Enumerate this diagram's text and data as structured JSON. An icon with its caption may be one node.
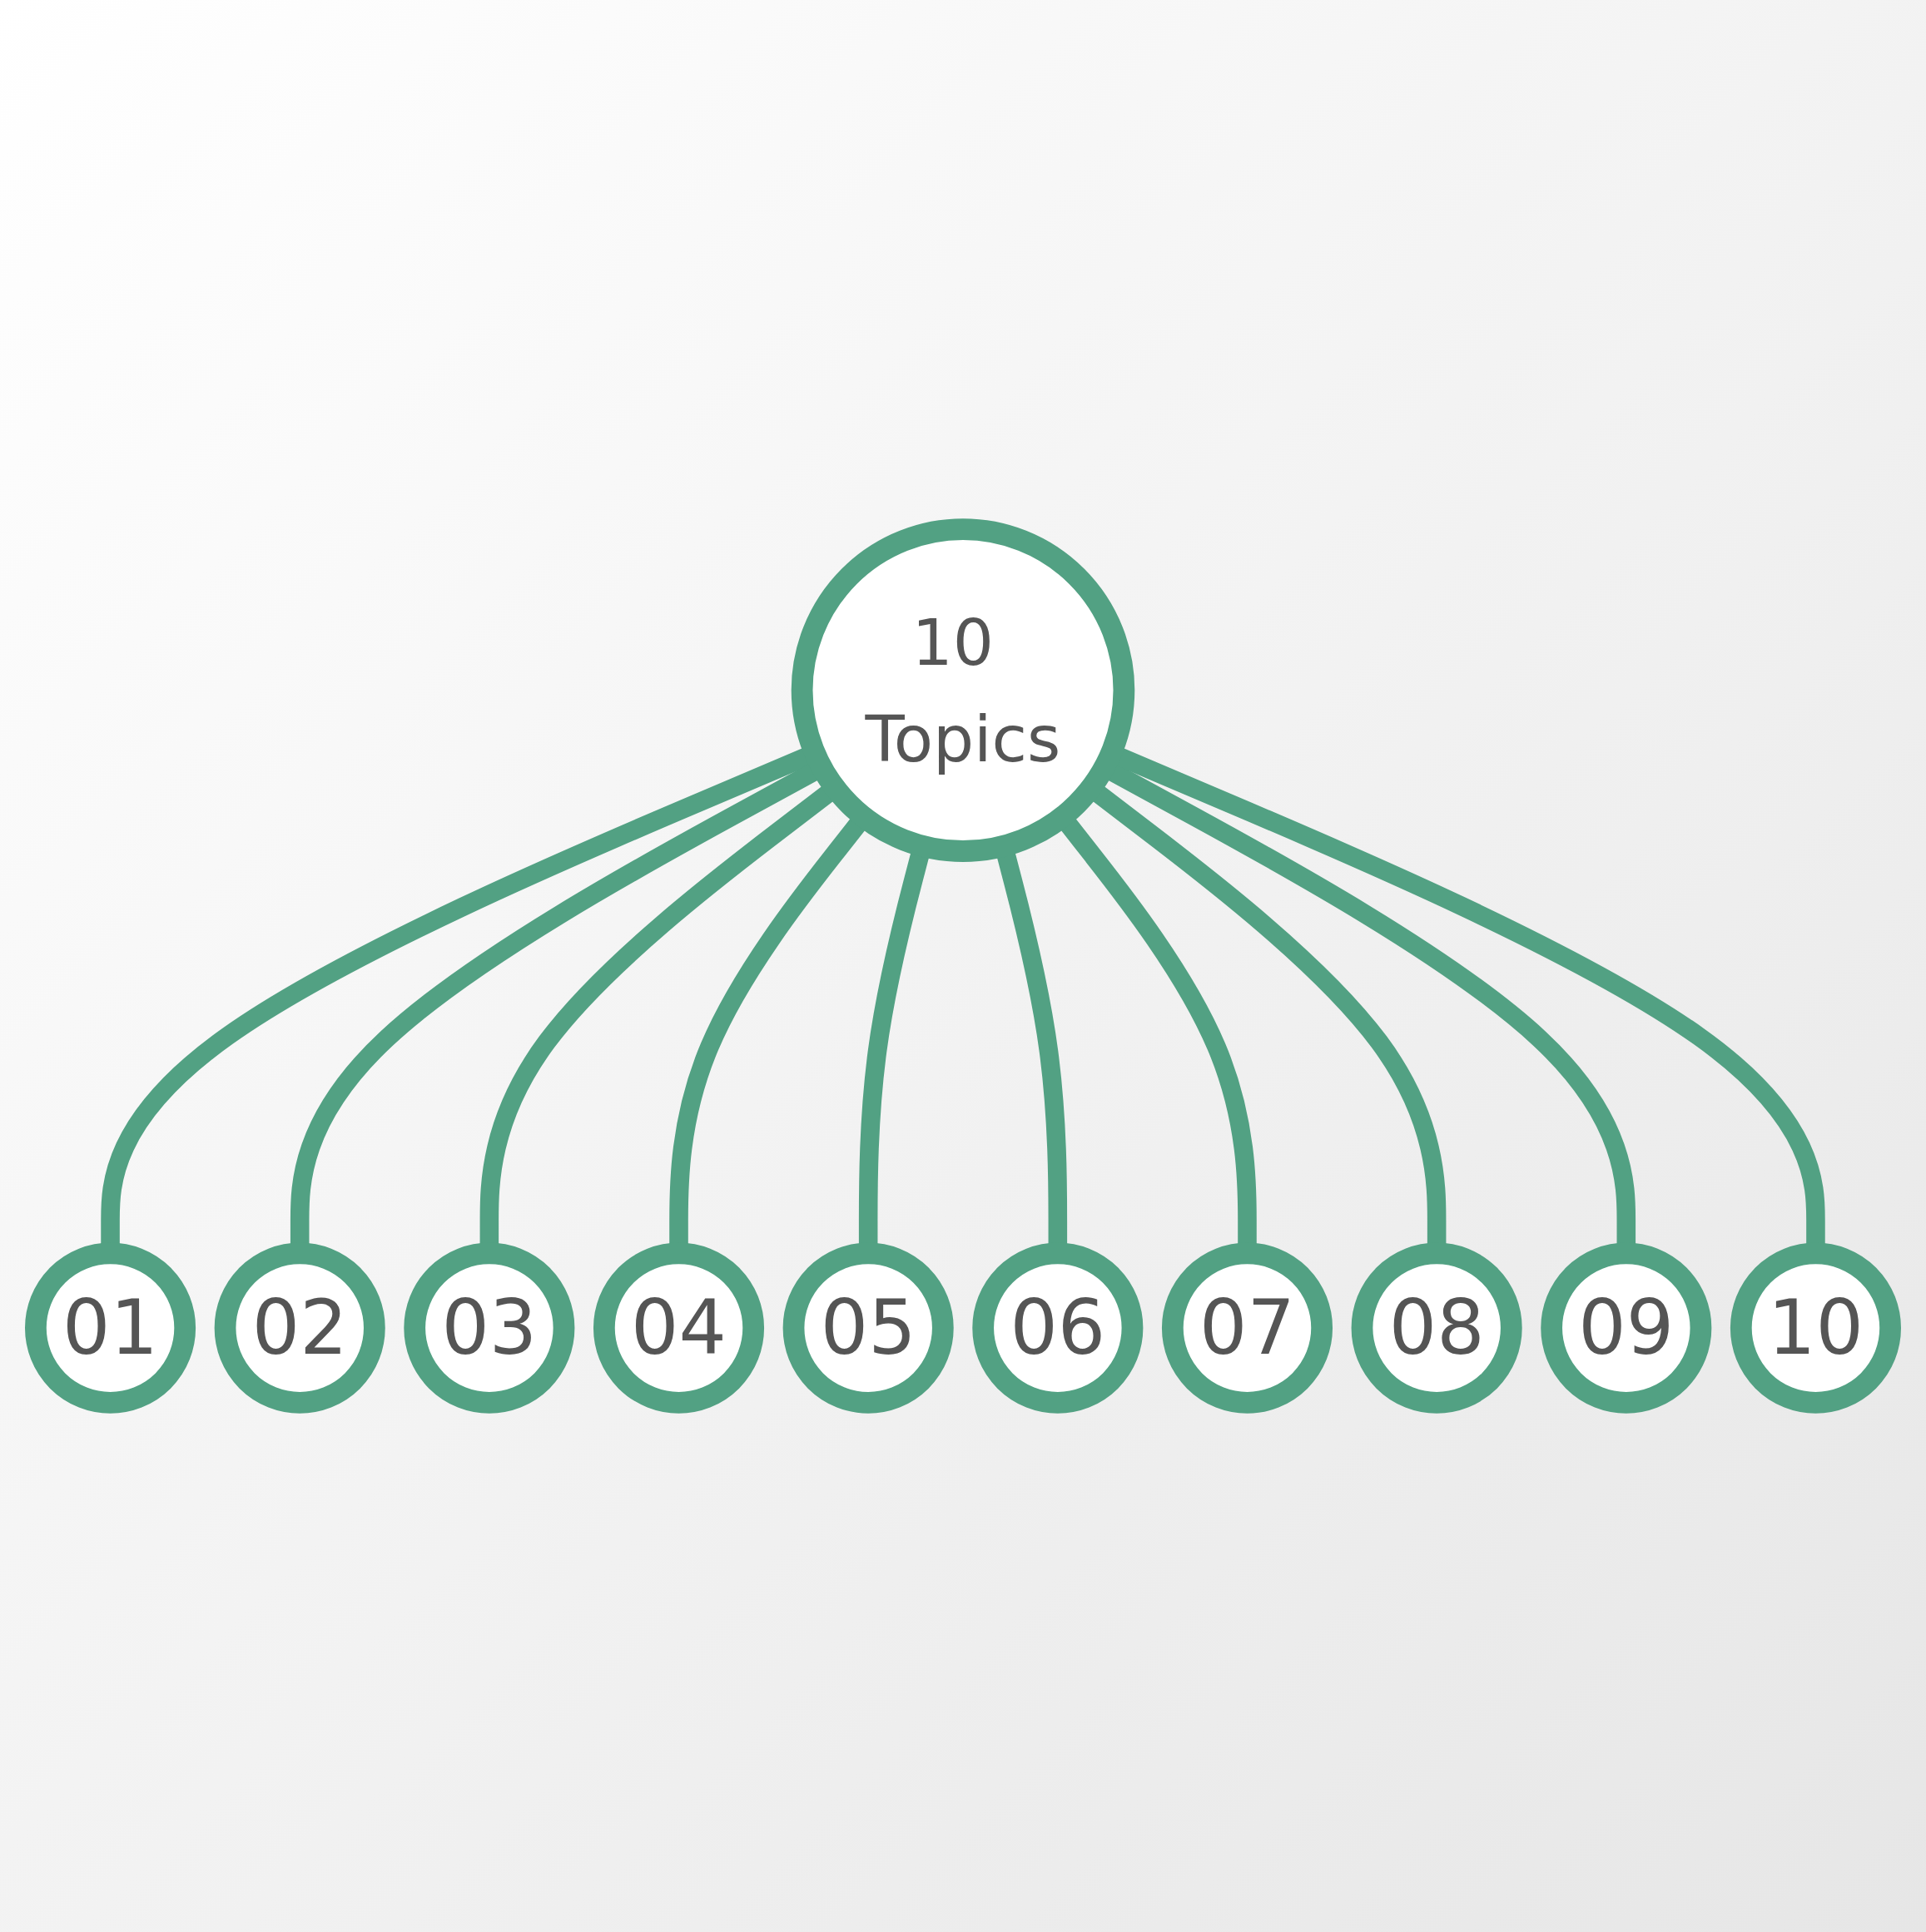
{
  "diagram": {
    "nodes": [
      {
        "text": [
          "10 Topics"
        ]
      },
      {
        "text": [
          "01"
        ]
      },
      {
        "text": [
          "02"
        ]
      },
      {
        "text": [
          "03"
        ]
      },
      {
        "text": [
          "04"
        ]
      },
      {
        "text": [
          "05"
        ]
      },
      {
        "text": [
          "06"
        ]
      },
      {
        "text": [
          "07"
        ]
      },
      {
        "text": [
          "08"
        ]
      },
      {
        "text": [
          "09"
        ]
      },
      {
        "text": [
          "10"
        ]
      }
    ],
    "edges": [
      {
        "from": 0,
        "to": 1,
        "arrow": "none"
      },
      {
        "from": 0,
        "to": 2,
        "arrow": "none"
      },
      {
        "from": 0,
        "to": 3,
        "arrow": "none"
      },
      {
        "from": 0,
        "to": 4,
        "arrow": "none"
      },
      {
        "from": 0,
        "to": 5,
        "arrow": "none"
      },
      {
        "from": 0,
        "to": 6,
        "arrow": "none"
      },
      {
        "from": 0,
        "to": 7,
        "arrow": "none"
      },
      {
        "from": 0,
        "to": 8,
        "arrow": "none"
      },
      {
        "from": 0,
        "to": 9,
        "arrow": "none"
      },
      {
        "from": 0,
        "to": 10,
        "arrow": "none"
      }
    ]
  }
}
